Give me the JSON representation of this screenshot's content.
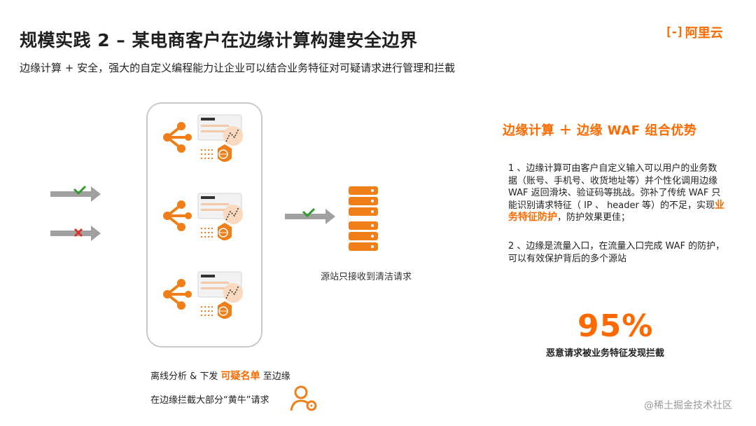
{
  "slide": {
    "title": "规模实践 2 – 某电商客户在边缘计算构建安全边界",
    "subtitle": "边缘计算 + 安全，强大的自定义编程能力让企业可以结合业务特征对可疑请求进行管理和拦截"
  },
  "logo": {
    "mark": "[-]",
    "text": "阿里云"
  },
  "diagram": {
    "incoming": [
      {
        "status_icon": "check-icon"
      },
      {
        "status_icon": "cross-icon"
      }
    ],
    "edge_nodes": [
      {
        "icon": "edge-node-icon",
        "security_icon": "waf-shield-icon"
      },
      {
        "icon": "edge-node-icon",
        "security_icon": "waf-shield-icon"
      },
      {
        "icon": "edge-node-icon",
        "security_icon": "waf-shield-icon"
      }
    ],
    "outgoing_status_icon": "check-icon",
    "server_icon": "server-stack-icon",
    "server_label": "源站只接收到清洁请求",
    "caption1_before": "离线分析 & 下发",
    "caption1_highlight": "可疑名单",
    "caption1_after": "至边缘",
    "caption2": "在边缘拦截大部分“黄牛”请求",
    "caption2_icon": "user-gear-icon"
  },
  "panel": {
    "heading": "边缘计算 ＋ 边缘 WAF 组合优势",
    "point1_before": "1 、边缘计算可由客户自定义输入可以用户的业务数据（账号、手机号、收货地址等）并个性化调用边缘 WAF 返回滑块、验证码等挑战。弥补了传统 WAF 只能识别请求特征（ IP 、 header 等）的不足，实现",
    "point1_highlight": "业务特征防护",
    "point1_after": "，防护效果更佳；",
    "point2": "2 、边缘是流量入口，在流量入口完成 WAF 的防护，可以有效保护背后的多个源站",
    "stat_value": "95%",
    "stat_caption": "恶意请求被业务特征发现拦截"
  },
  "watermark": "@稀土掘金技术社区",
  "colors": {
    "accent": "#ff6a00",
    "arrow_gray": "#9e9e9e",
    "check_green": "#2e9d2e",
    "cross_red": "#d9342b"
  }
}
